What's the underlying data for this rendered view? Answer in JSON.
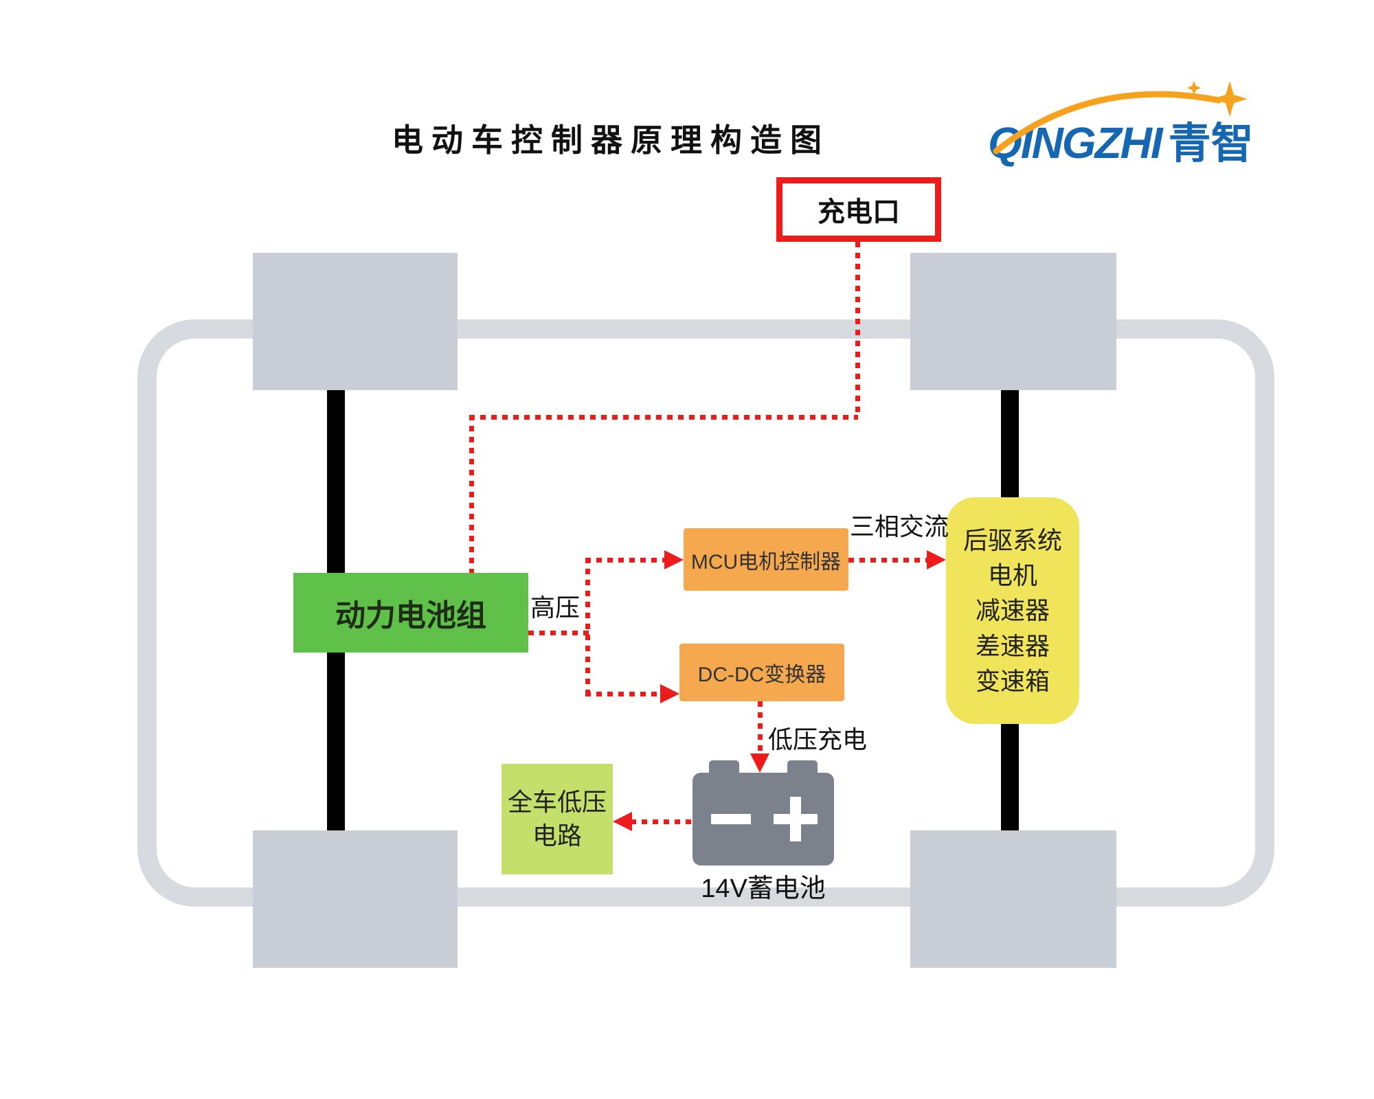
{
  "title": "电动车控制器原理构造图",
  "logo": {
    "brand": "QINGZHI",
    "brand_cn": "青智"
  },
  "nodes": {
    "charging_port": {
      "label": "充电口"
    },
    "battery_pack": {
      "label": "动力电池组"
    },
    "mcu_controller": {
      "label": "MCU电机控制器"
    },
    "dcdc_converter": {
      "label": "DC-DC变换器"
    },
    "rear_drive_system": {
      "lines": [
        "后驱系统",
        "电机",
        "减速器",
        "差速器",
        "变速箱"
      ]
    },
    "low_voltage_circuit": {
      "lines": [
        "全车低压",
        "电路"
      ]
    },
    "aux_battery": {
      "label": "14V蓄电池"
    }
  },
  "labels": {
    "high_voltage": "高压",
    "three_phase_ac": "三相交流",
    "low_voltage_charging": "低压充电"
  },
  "colors": {
    "red": "#ee1b1b",
    "green": "#5fc04a",
    "orange": "#f5a84e",
    "yellow": "#f0e45a",
    "lime": "#c5df6b",
    "battery-gray": "#7b828b",
    "wheel-gray": "#c9ced6",
    "chassis-gray": "#d7dade",
    "logo-blue": "#1467b0",
    "logo-orange": "#f6a21c"
  }
}
